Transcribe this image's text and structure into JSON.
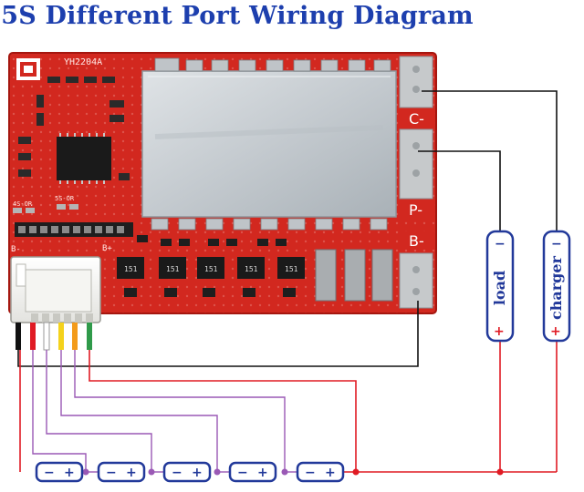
{
  "title": "5S Different Port Wiring Diagram",
  "board": {
    "model": "YH2204A",
    "pad_c_minus": "C-",
    "pad_p_minus": "P-",
    "pad_b_minus": "B-",
    "label_b_plus": "B+",
    "label_b_minus_left": "B-",
    "label_4s_or": "4S-OR",
    "label_5s_or": "5S-OR",
    "mosfet_marking": "151"
  },
  "devices": {
    "load": {
      "label": "load",
      "minus": "−",
      "plus": "+"
    },
    "charger": {
      "label": "charger",
      "minus": "−",
      "plus": "+"
    }
  },
  "cells": {
    "minus": "−",
    "plus": "+"
  },
  "colors": {
    "title": "#1d3fae",
    "pcb": "#d2281f",
    "wire_red": "#e01b24",
    "wire_black": "#111111",
    "wire_purple": "#9a59b5",
    "device_outline": "#22399a"
  }
}
